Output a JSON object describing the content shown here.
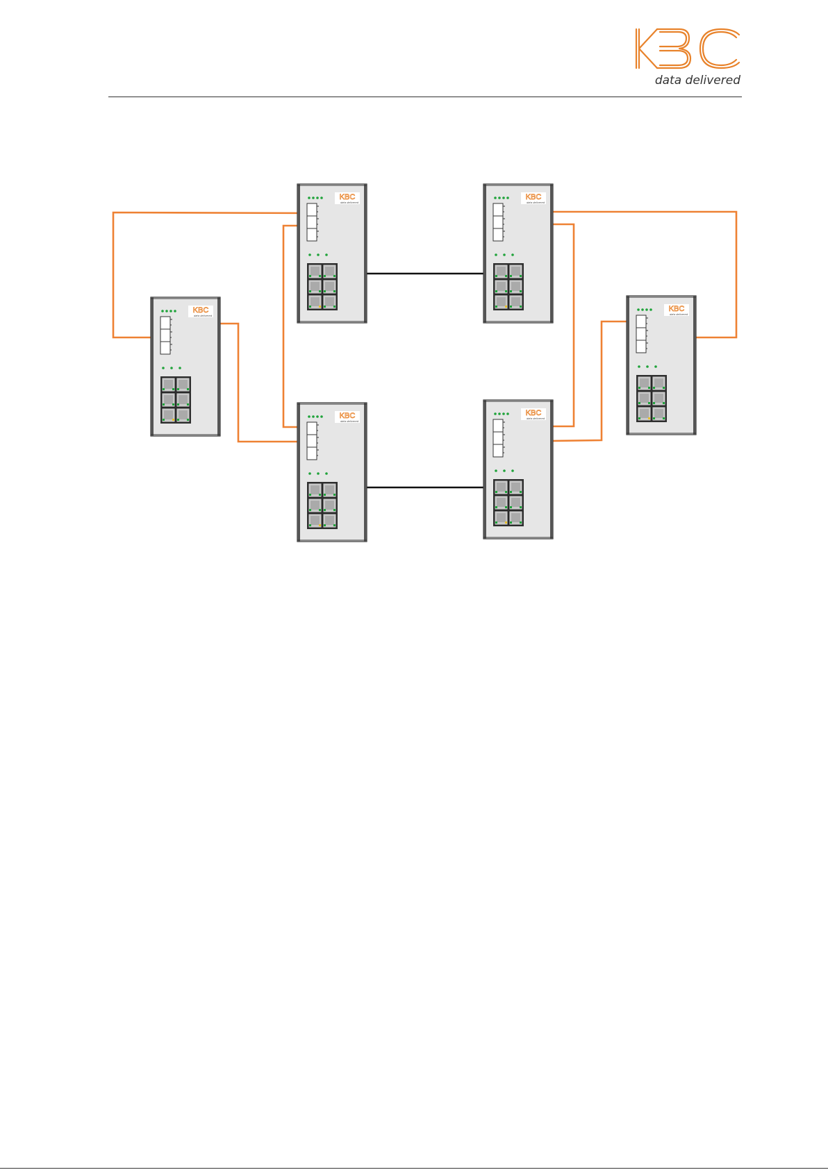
{
  "brand": {
    "name": "KBC",
    "tagline": "data delivered",
    "accent": "#E8822A"
  },
  "colors": {
    "fiber_link": "#EE8133",
    "copper_link": "#111111",
    "device_body": "#E6E6E6",
    "led": "#1FA33A"
  },
  "diagram": {
    "devices": [
      {
        "id": "switch-left",
        "label": "KBC",
        "tagline": "data delivered"
      },
      {
        "id": "switch-top-center",
        "label": "KBC",
        "tagline": "data delivered"
      },
      {
        "id": "switch-bottom-center",
        "label": "KBC",
        "tagline": "data delivered"
      },
      {
        "id": "switch-top-right",
        "label": "KBC",
        "tagline": "data delivered"
      },
      {
        "id": "switch-bottom-right",
        "label": "KBC",
        "tagline": "data delivered"
      },
      {
        "id": "switch-far-right",
        "label": "KBC",
        "tagline": "data delivered"
      }
    ],
    "links": [
      {
        "from": "switch-left",
        "to": "switch-top-center",
        "type": "fiber"
      },
      {
        "from": "switch-left",
        "to": "switch-bottom-center",
        "type": "fiber"
      },
      {
        "from": "switch-top-center",
        "to": "switch-bottom-center",
        "type": "fiber"
      },
      {
        "from": "switch-top-center",
        "to": "switch-top-right",
        "type": "copper"
      },
      {
        "from": "switch-bottom-center",
        "to": "switch-bottom-right",
        "type": "copper"
      },
      {
        "from": "switch-top-right",
        "to": "switch-bottom-right",
        "type": "fiber"
      },
      {
        "from": "switch-top-right",
        "to": "switch-far-right",
        "type": "fiber"
      },
      {
        "from": "switch-bottom-right",
        "to": "switch-far-right",
        "type": "fiber"
      }
    ]
  }
}
